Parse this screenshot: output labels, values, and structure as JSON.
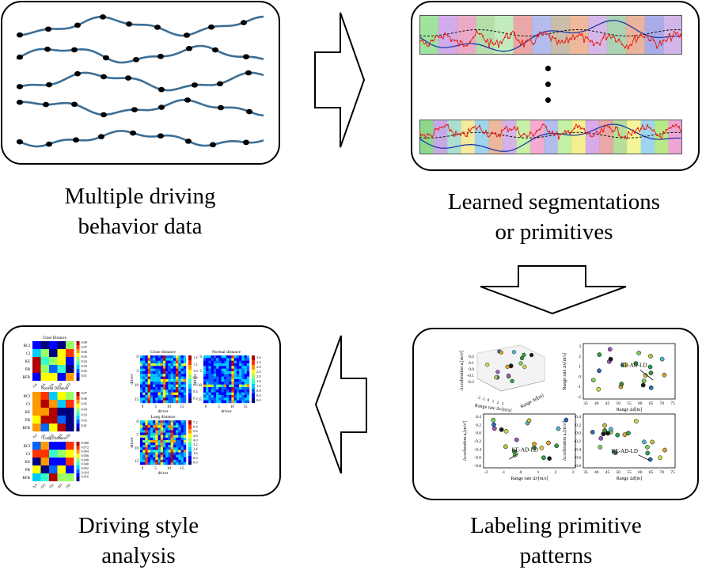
{
  "captions": {
    "top_left": [
      "Multiple driving",
      "behavior data"
    ],
    "top_right": [
      "Learned  segmentations",
      "or primitives"
    ],
    "bottom_right": [
      "Labeling primitive",
      "patterns"
    ],
    "bottom_left": [
      "Driving style",
      "analysis"
    ]
  },
  "analysis_panel": {
    "matrix_titles": [
      "Close Distance",
      "Normal Distance",
      "Long Distance"
    ],
    "matrix_rows": [
      "RCI",
      "CI",
      "KE",
      "PB",
      "RFB"
    ],
    "matrix_cols": [
      "AA",
      "OA",
      "DA",
      "AD",
      "OD",
      "AD"
    ],
    "colorbar_1": [
      "0.08",
      "0.07",
      "0.06",
      "0.05",
      "0.04",
      "0.03",
      "0.02",
      "0.01"
    ],
    "colorbar_2": [
      "0.07",
      "0.06",
      "0.05",
      "0.04",
      "0.03",
      "0.02",
      "0.01"
    ],
    "colorbar_3": [
      "0.080",
      "0.072",
      "0.064",
      "0.056",
      "0.048",
      "0.040",
      "0.032",
      "0.024",
      "0.016"
    ],
    "heatmap_titles": [
      "Close distance",
      "Normal distance",
      "Long distance"
    ],
    "heatmap_ylabel": "driver",
    "heatmap_xlabel": "driver",
    "heatmap_x_ticks": [
      "0",
      "5",
      "10",
      "15"
    ],
    "heatmap_y_ticks": [
      "0",
      "5",
      "10",
      "15"
    ],
    "hm_cb_1": [
      "1.4",
      "1.2",
      "1.0",
      "0.8",
      "0.6",
      "0.4",
      "0.2"
    ],
    "hm_cb_2": [
      "3.6",
      "3.2",
      "2.8",
      "2.4",
      "2.0",
      "1.6",
      "1.2",
      "0.8",
      "0.4",
      "0.0"
    ],
    "hm_cb_3": [
      "7.2",
      "6.4",
      "5.6",
      "4.8",
      "4.0",
      "3.2",
      "2.4",
      "1.6",
      "0.8",
      "0.0"
    ]
  },
  "labeling_panel": {
    "annotation": "KE-AD-LD",
    "scatter3d": {
      "zlabel": "Acceleration aₓ[m/s²]",
      "xlabel": "Range rate Δv[m/s]",
      "ylabel": "Range Δd[m]",
      "z_ticks": [
        "0.2",
        "0.1",
        "0.0",
        "-0.1",
        "-0.2"
      ],
      "x_ticks": [
        "-2",
        "-1",
        "0",
        "1",
        "2",
        "3"
      ]
    },
    "top_right": {
      "ylabel": "Range rate Δv[m/s]",
      "xlabel": "Range Δd[m]",
      "y_ticks": [
        "3",
        "2",
        "1",
        "0",
        "-1",
        "-2"
      ],
      "x_ticks": [
        "35",
        "40",
        "45",
        "50",
        "55",
        "60",
        "65",
        "70",
        "75"
      ]
    },
    "bottom_left": {
      "ylabel": "Acceleration aₓ[m/s²]",
      "xlabel": "Range rate Δv[m/s]",
      "y_ticks": [
        "0.4",
        "0.2",
        "0.0",
        "-0.2",
        "-0.4",
        "-0.6",
        "-0.8"
      ],
      "x_ticks": [
        "-2",
        "-1",
        "0",
        "1",
        "2",
        "3"
      ]
    },
    "bottom_right": {
      "ylabel": "Acceleration aₓ[m/s²]",
      "xlabel": "Range Δd[m]",
      "y_ticks": [
        "0.4",
        "0.2",
        "0.0",
        "-0.2",
        "-0.4",
        "-0.6",
        "-0.8"
      ],
      "x_ticks": [
        "35",
        "40",
        "45",
        "50",
        "55",
        "60",
        "65",
        "70",
        "75"
      ]
    }
  },
  "colors": {
    "curve": "#3b6e96",
    "dot": "#000000",
    "red_signal": "#e8261f",
    "blue_signal": "#1f3aa8"
  }
}
